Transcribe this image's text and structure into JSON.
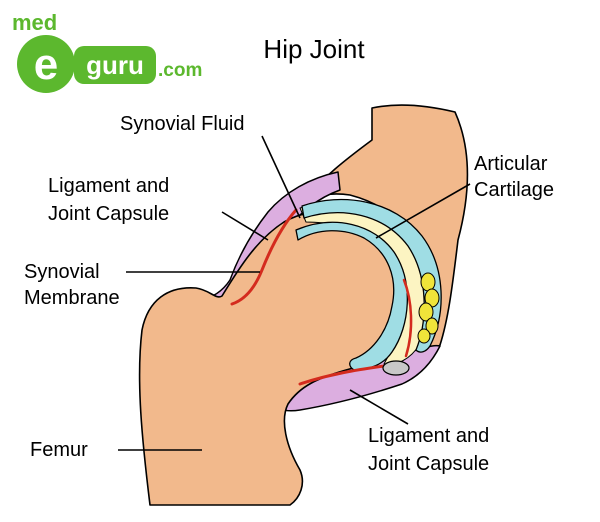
{
  "logo": {
    "brand_top": "med",
    "brand_letter": "e",
    "brand_word": "guru",
    "brand_suffix": ".com",
    "colors": {
      "green": "#5cb82e",
      "orange": "#e87722"
    }
  },
  "diagram": {
    "title": "Hip Joint",
    "labels": {
      "synovial_fluid": "Synovial Fluid",
      "ligament_top_line1": "Ligament and",
      "ligament_top_line2": "Joint Capsule",
      "synovial_membrane_line1": "Synovial",
      "synovial_membrane_line2": "Membrane",
      "articular_cartilage_line1": "Articular",
      "articular_cartilage_line2": "Cartilage",
      "ligament_bottom_line1": "Ligament and",
      "ligament_bottom_line2": "Joint Capsule",
      "femur": "Femur"
    },
    "colors": {
      "bone": "#f2b98c",
      "capsule": "#dcaee0",
      "cartilage": "#9fdde4",
      "synovial_fluid": "#fcf4c2",
      "membrane": "#d42b1e",
      "fat_pad": "#f0e43a",
      "outline": "#000000"
    }
  }
}
